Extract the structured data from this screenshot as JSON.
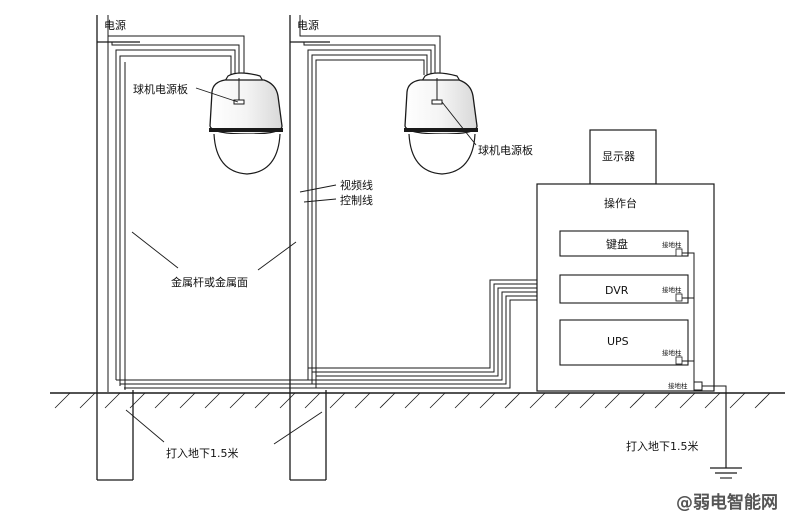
{
  "labels": {
    "power1": "电源",
    "power2": "电源",
    "dome_board_left": "球机电源板",
    "dome_board_right": "球机电源板",
    "video_line": "视频线",
    "control_line": "控制线",
    "metal_pole": "金属杆或金属面",
    "monitor": "显示器",
    "console": "操作台",
    "keyboard": "键盘",
    "dvr": "DVR",
    "ups": "UPS",
    "ground_post_1": "接地柱",
    "ground_post_2": "接地柱",
    "ground_post_3": "接地柱",
    "ground_post_4": "接地柱",
    "ground_depth_left": "打入地下1.5米",
    "ground_depth_right": "打入地下1.5米",
    "watermark": "@弱电智能网"
  },
  "colors": {
    "line": "#1a1a1a",
    "background": "#ffffff"
  }
}
